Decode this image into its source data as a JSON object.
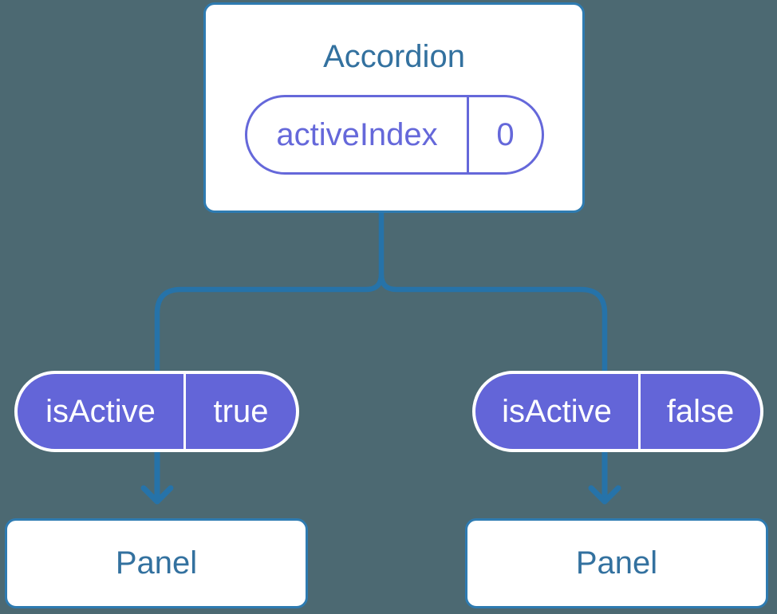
{
  "diagram": {
    "description": "React component tree: Accordion parent holding activeIndex state, passing isActive props to two Panel children",
    "root": {
      "title": "Accordion",
      "state": {
        "name": "activeIndex",
        "value": "0"
      }
    },
    "children": [
      {
        "prop": {
          "name": "isActive",
          "value": "true"
        },
        "panel": {
          "title": "Panel"
        }
      },
      {
        "prop": {
          "name": "isActive",
          "value": "false"
        },
        "panel": {
          "title": "Panel"
        }
      }
    ],
    "colors": {
      "background": "#4c6972",
      "connector_blue": "#2673a9",
      "box_border_blue": "#2e7bb1",
      "text_steel_blue": "#33719f",
      "pill_purple_fill": "#6365d8",
      "pill_purple_accent": "#6568da",
      "white": "#ffffff"
    }
  }
}
